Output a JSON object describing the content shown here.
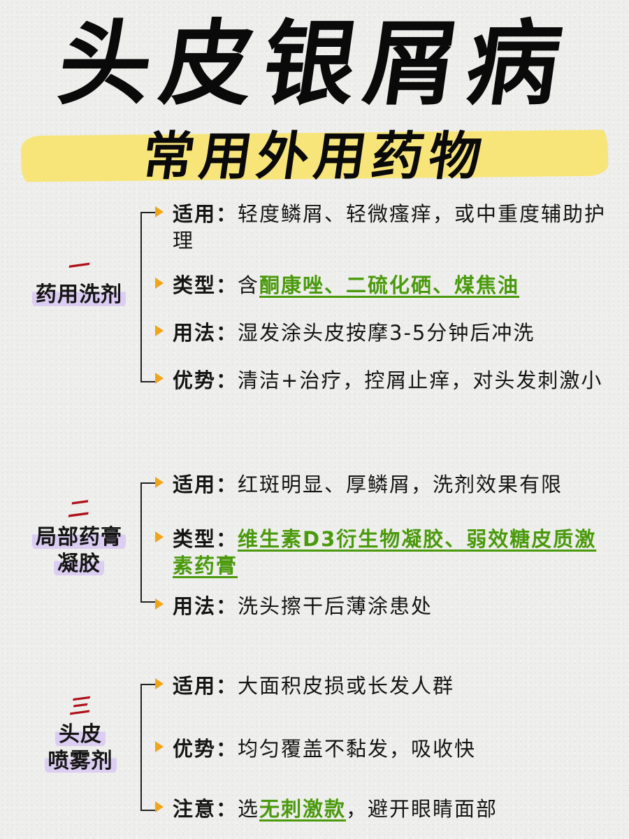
{
  "header": {
    "title": "头皮银屑病",
    "subtitle": "常用外用药物"
  },
  "colors": {
    "highlight_yellow": "#f7e57a",
    "category_purple": "#dccdf2",
    "number_red": "#b0101a",
    "arrow_orange": "#f2a417",
    "emphasis_green": "#4a9a0c"
  },
  "sections": [
    {
      "number": "一",
      "category_lines": [
        "药用洗剂"
      ],
      "items": [
        {
          "label": "适用：",
          "pre": "轻度鳞屑、轻微瘙痒，或中重度辅助护理",
          "highlight": "",
          "post": ""
        },
        {
          "label": "类型：",
          "pre": "含",
          "highlight": "酮康唑、二硫化硒、煤焦油",
          "post": ""
        },
        {
          "label": "用法：",
          "pre": "湿发涂头皮按摩3-5分钟后冲洗",
          "highlight": "",
          "post": ""
        },
        {
          "label": "优势：",
          "pre": "清洁+治疗，控屑止痒，对头发刺激小",
          "highlight": "",
          "post": ""
        }
      ]
    },
    {
      "number": "二",
      "category_lines": [
        "局部药膏",
        "凝胶"
      ],
      "items": [
        {
          "label": "适用：",
          "pre": "红斑明显、厚鳞屑，洗剂效果有限",
          "highlight": "",
          "post": ""
        },
        {
          "label": "类型：",
          "pre": "",
          "highlight": "维生素D3衍生物凝胶、弱效糖皮质激素药膏",
          "post": ""
        },
        {
          "label": "用法：",
          "pre": "洗头擦干后薄涂患处",
          "highlight": "",
          "post": ""
        }
      ]
    },
    {
      "number": "三",
      "category_lines": [
        "头皮",
        "喷雾剂"
      ],
      "items": [
        {
          "label": "适用：",
          "pre": "大面积皮损或长发人群",
          "highlight": "",
          "post": ""
        },
        {
          "label": "优势：",
          "pre": "均匀覆盖不黏发，吸收快",
          "highlight": "",
          "post": ""
        },
        {
          "label": "注意：",
          "pre": "选",
          "highlight": "无刺激款",
          "post": "，避开眼睛面部"
        }
      ]
    }
  ]
}
